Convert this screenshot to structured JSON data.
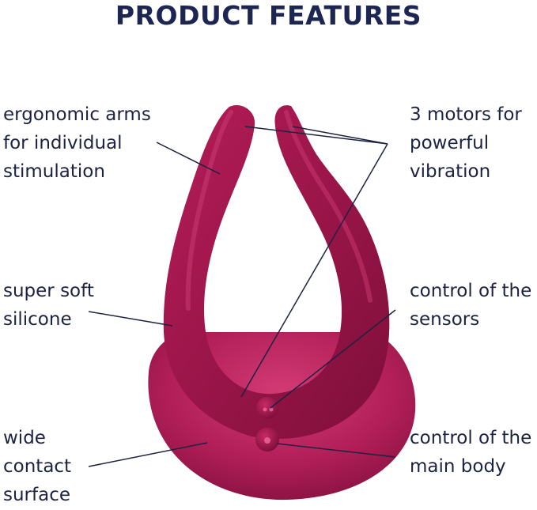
{
  "header": {
    "title": "PRODUCT FEATURES"
  },
  "features": {
    "arms": [
      "ergonomic arms",
      "for individual",
      "stimulation"
    ],
    "soft": [
      "super soft",
      "silicone"
    ],
    "wide": [
      "wide",
      "contact",
      "surface"
    ],
    "motors": [
      "3 motors for",
      "powerful",
      "vibration"
    ],
    "sensors": [
      "control of the",
      "sensors"
    ],
    "main": [
      "control of the",
      "main body"
    ]
  },
  "colors": {
    "title": "#1d2552",
    "text": "#1c2340",
    "product": "#a3174f",
    "product_highlight": "#c8306a",
    "product_shadow": "#6e0f35",
    "leader_line": "#1c2340"
  }
}
